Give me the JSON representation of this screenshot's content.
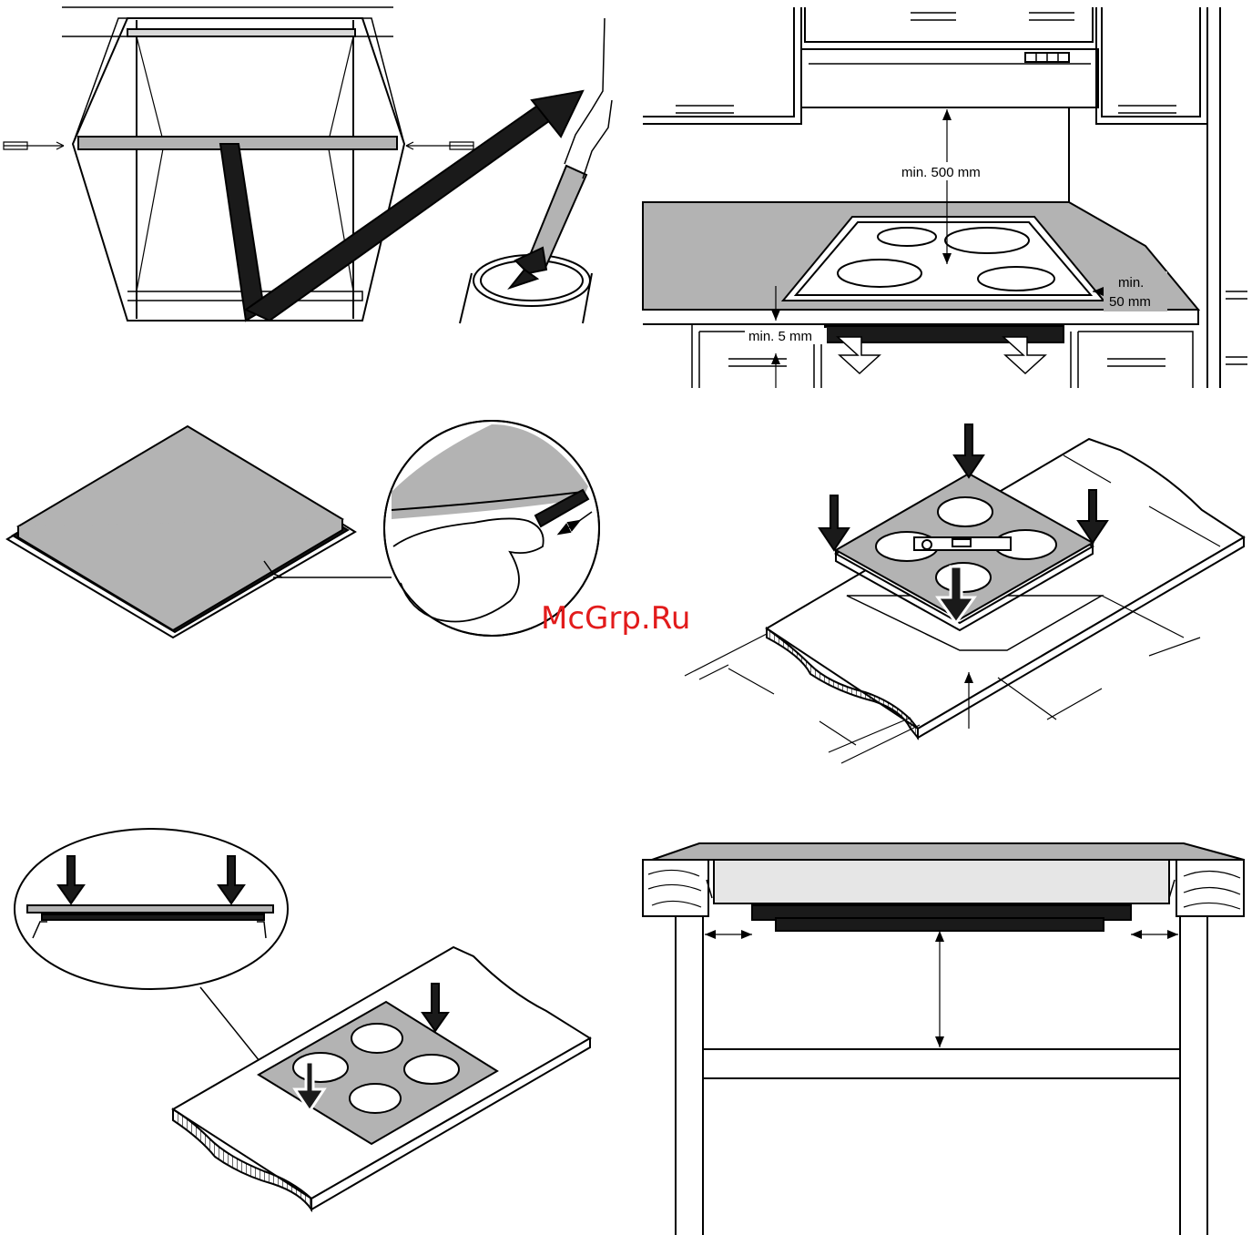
{
  "panels": {
    "clearance": {
      "hood_height_label": "min. 500 mm",
      "side_gap_label_line1": "min.",
      "side_gap_label_line2": "50 mm",
      "front_gap_label": "min. 5 mm"
    }
  },
  "watermark": {
    "text": "McGrp.Ru",
    "color": "#e21b1b"
  },
  "colors": {
    "surface_gray": "#b3b3b3",
    "line": "#000000"
  }
}
